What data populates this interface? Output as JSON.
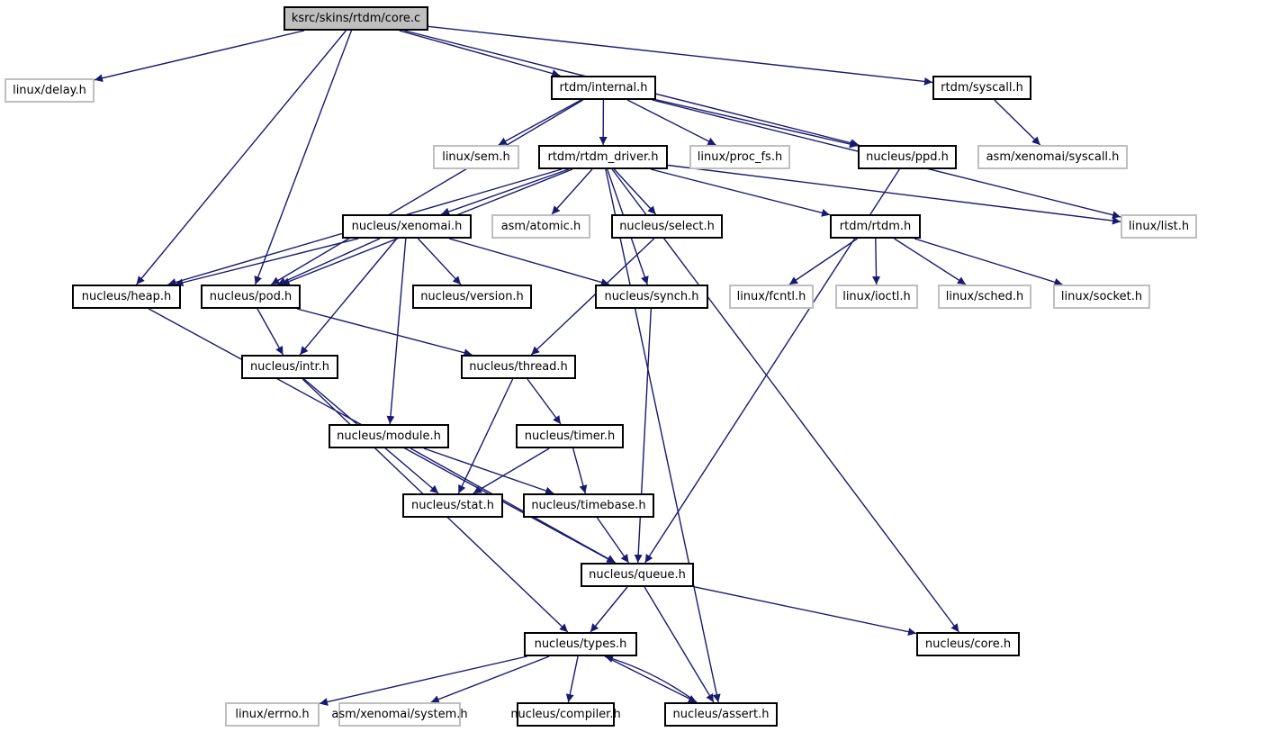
{
  "graph": {
    "title": "ksrc/skins/rtdm/core.c include dependency graph",
    "edge_color": "#191970",
    "nodes": [
      {
        "id": "core_c",
        "label": "ksrc/skins/rtdm/core.c",
        "kind": "root"
      },
      {
        "id": "linux_delay",
        "label": "linux/delay.h",
        "kind": "ext"
      },
      {
        "id": "rtdm_internal",
        "label": "rtdm/internal.h",
        "kind": "doc"
      },
      {
        "id": "rtdm_syscall",
        "label": "rtdm/syscall.h",
        "kind": "doc"
      },
      {
        "id": "linux_sem",
        "label": "linux/sem.h",
        "kind": "ext"
      },
      {
        "id": "rtdm_driver",
        "label": "rtdm/rtdm_driver.h",
        "kind": "doc"
      },
      {
        "id": "linux_proc_fs",
        "label": "linux/proc_fs.h",
        "kind": "ext"
      },
      {
        "id": "nucleus_ppd",
        "label": "nucleus/ppd.h",
        "kind": "doc"
      },
      {
        "id": "asm_xen_syscall",
        "label": "asm/xenomai/syscall.h",
        "kind": "ext"
      },
      {
        "id": "nucleus_xenomai",
        "label": "nucleus/xenomai.h",
        "kind": "doc"
      },
      {
        "id": "asm_atomic",
        "label": "asm/atomic.h",
        "kind": "ext"
      },
      {
        "id": "nucleus_select",
        "label": "nucleus/select.h",
        "kind": "doc"
      },
      {
        "id": "rtdm_rtdm",
        "label": "rtdm/rtdm.h",
        "kind": "doc"
      },
      {
        "id": "linux_list",
        "label": "linux/list.h",
        "kind": "ext"
      },
      {
        "id": "nucleus_heap",
        "label": "nucleus/heap.h",
        "kind": "doc"
      },
      {
        "id": "nucleus_pod",
        "label": "nucleus/pod.h",
        "kind": "doc"
      },
      {
        "id": "nucleus_version",
        "label": "nucleus/version.h",
        "kind": "doc"
      },
      {
        "id": "nucleus_synch",
        "label": "nucleus/synch.h",
        "kind": "doc"
      },
      {
        "id": "linux_fcntl",
        "label": "linux/fcntl.h",
        "kind": "ext"
      },
      {
        "id": "linux_ioctl",
        "label": "linux/ioctl.h",
        "kind": "ext"
      },
      {
        "id": "linux_sched",
        "label": "linux/sched.h",
        "kind": "ext"
      },
      {
        "id": "linux_socket",
        "label": "linux/socket.h",
        "kind": "ext"
      },
      {
        "id": "nucleus_intr",
        "label": "nucleus/intr.h",
        "kind": "doc"
      },
      {
        "id": "nucleus_thread",
        "label": "nucleus/thread.h",
        "kind": "doc"
      },
      {
        "id": "nucleus_module",
        "label": "nucleus/module.h",
        "kind": "doc"
      },
      {
        "id": "nucleus_timer",
        "label": "nucleus/timer.h",
        "kind": "doc"
      },
      {
        "id": "nucleus_stat",
        "label": "nucleus/stat.h",
        "kind": "doc"
      },
      {
        "id": "nucleus_timebase",
        "label": "nucleus/timebase.h",
        "kind": "doc"
      },
      {
        "id": "nucleus_queue",
        "label": "nucleus/queue.h",
        "kind": "doc"
      },
      {
        "id": "nucleus_types",
        "label": "nucleus/types.h",
        "kind": "doc"
      },
      {
        "id": "nucleus_core",
        "label": "nucleus/core.h",
        "kind": "doc"
      },
      {
        "id": "linux_errno",
        "label": "linux/errno.h",
        "kind": "ext"
      },
      {
        "id": "asm_xen_system",
        "label": "asm/xenomai/system.h",
        "kind": "ext"
      },
      {
        "id": "nucleus_compiler",
        "label": "nucleus/compiler.h",
        "kind": "doc"
      },
      {
        "id": "nucleus_assert",
        "label": "nucleus/assert.h",
        "kind": "doc"
      }
    ],
    "edges": [
      [
        "core_c",
        "linux_delay"
      ],
      [
        "core_c",
        "rtdm_internal"
      ],
      [
        "core_c",
        "rtdm_syscall"
      ],
      [
        "core_c",
        "nucleus_ppd"
      ],
      [
        "core_c",
        "nucleus_heap"
      ],
      [
        "core_c",
        "nucleus_pod"
      ],
      [
        "rtdm_internal",
        "linux_sem"
      ],
      [
        "rtdm_internal",
        "rtdm_driver"
      ],
      [
        "rtdm_internal",
        "linux_proc_fs"
      ],
      [
        "rtdm_internal",
        "nucleus_ppd"
      ],
      [
        "rtdm_internal",
        "nucleus_pod"
      ],
      [
        "rtdm_internal",
        "linux_list"
      ],
      [
        "rtdm_syscall",
        "asm_xen_syscall"
      ],
      [
        "nucleus_ppd",
        "nucleus_queue"
      ],
      [
        "rtdm_driver",
        "nucleus_xenomai"
      ],
      [
        "rtdm_driver",
        "asm_atomic"
      ],
      [
        "rtdm_driver",
        "nucleus_select"
      ],
      [
        "rtdm_driver",
        "rtdm_rtdm"
      ],
      [
        "rtdm_driver",
        "linux_list"
      ],
      [
        "rtdm_driver",
        "nucleus_heap"
      ],
      [
        "rtdm_driver",
        "nucleus_pod"
      ],
      [
        "rtdm_driver",
        "nucleus_synch"
      ],
      [
        "rtdm_driver",
        "nucleus_core"
      ],
      [
        "rtdm_driver",
        "nucleus_assert"
      ],
      [
        "nucleus_xenomai",
        "nucleus_heap"
      ],
      [
        "nucleus_xenomai",
        "nucleus_pod"
      ],
      [
        "nucleus_xenomai",
        "nucleus_version"
      ],
      [
        "nucleus_xenomai",
        "nucleus_synch"
      ],
      [
        "nucleus_xenomai",
        "nucleus_intr"
      ],
      [
        "nucleus_xenomai",
        "nucleus_module"
      ],
      [
        "nucleus_select",
        "nucleus_thread"
      ],
      [
        "rtdm_rtdm",
        "linux_fcntl"
      ],
      [
        "rtdm_rtdm",
        "linux_ioctl"
      ],
      [
        "rtdm_rtdm",
        "linux_sched"
      ],
      [
        "rtdm_rtdm",
        "linux_socket"
      ],
      [
        "nucleus_heap",
        "nucleus_queue"
      ],
      [
        "nucleus_pod",
        "nucleus_intr"
      ],
      [
        "nucleus_pod",
        "nucleus_thread"
      ],
      [
        "nucleus_synch",
        "nucleus_queue"
      ],
      [
        "nucleus_intr",
        "nucleus_stat"
      ],
      [
        "nucleus_intr",
        "nucleus_types"
      ],
      [
        "nucleus_thread",
        "nucleus_timer"
      ],
      [
        "nucleus_thread",
        "nucleus_stat"
      ],
      [
        "nucleus_module",
        "nucleus_timebase"
      ],
      [
        "nucleus_module",
        "nucleus_queue"
      ],
      [
        "nucleus_timer",
        "nucleus_stat"
      ],
      [
        "nucleus_timer",
        "nucleus_timebase"
      ],
      [
        "nucleus_timebase",
        "nucleus_queue"
      ],
      [
        "nucleus_queue",
        "nucleus_types"
      ],
      [
        "nucleus_queue",
        "nucleus_core"
      ],
      [
        "nucleus_queue",
        "nucleus_assert"
      ],
      [
        "nucleus_types",
        "linux_errno"
      ],
      [
        "nucleus_types",
        "asm_xen_system"
      ],
      [
        "nucleus_types",
        "nucleus_compiler"
      ],
      [
        "nucleus_types",
        "nucleus_assert"
      ],
      [
        "nucleus_assert",
        "nucleus_types"
      ]
    ]
  }
}
